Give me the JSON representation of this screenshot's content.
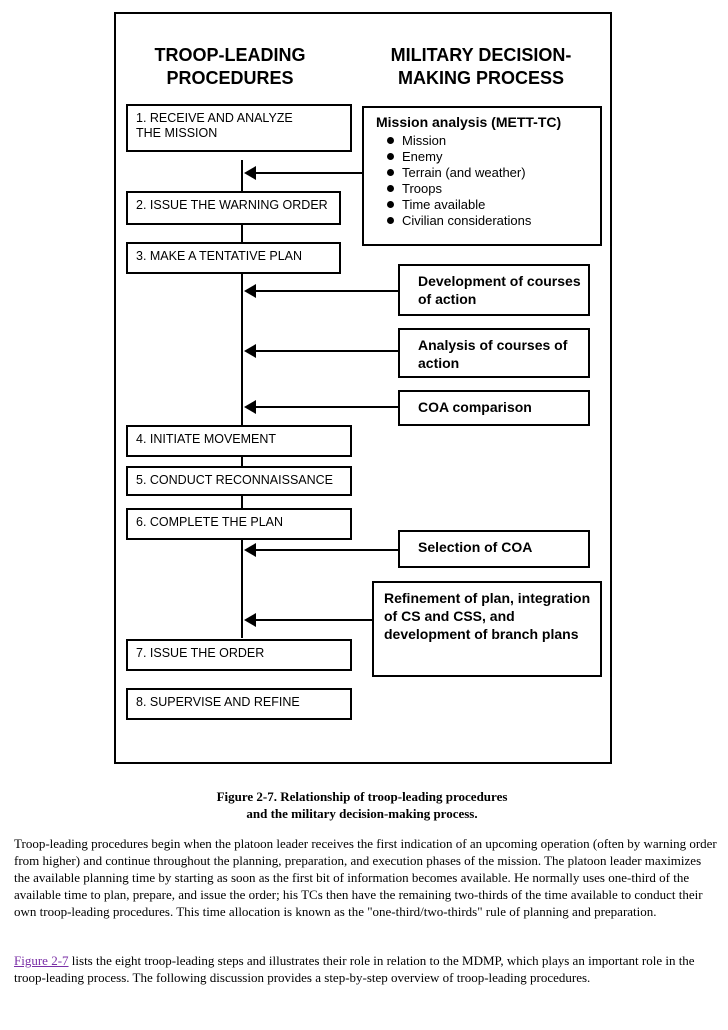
{
  "figure": {
    "header_left": "TROOP-LEADING PROCEDURES",
    "header_right": "MILITARY DECISION-MAKING PROCESS",
    "steps": [
      "1. RECEIVE AND ANALYZE\n    THE MISSION",
      "2. ISSUE THE WARNING ORDER",
      "3. MAKE A TENTATIVE PLAN",
      "4. INITIATE MOVEMENT",
      "5. CONDUCT RECONNAISSANCE",
      "6. COMPLETE THE PLAN",
      "7. ISSUE THE ORDER",
      "8. SUPERVISE AND REFINE"
    ],
    "mission_analysis": {
      "title": "Mission analysis (METT-TC)",
      "items": [
        "Mission",
        "Enemy",
        "Terrain (and weather)",
        "Troops",
        "Time available",
        "Civilian considerations"
      ]
    },
    "mdmp_boxes": [
      "Development of courses of action",
      "Analysis of courses of action",
      "COA comparison",
      "Selection of COA",
      "Refinement of plan, integration of CS and CSS, and development of branch plans"
    ]
  },
  "caption": {
    "line1": "Figure 2-7. Relationship of troop-leading procedures",
    "line2": "and the military decision-making process."
  },
  "paragraphs": {
    "p1": "Troop-leading procedures begin when the platoon leader receives the first indication of an upcoming operation (often by warning order from higher) and continue throughout the planning, preparation, and execution phases of the mission. The platoon leader maximizes the available planning time by starting as soon as the first bit of information becomes available. He normally uses one-third of the available time to plan, prepare, and issue the order; his TCs then have the remaining two-thirds of the time available to conduct their own troop-leading procedures. This time allocation is known as the \"one-third/two-thirds\" rule of planning and preparation.",
    "p2_link": "Figure 2-7",
    "p2_rest": " lists the eight troop-leading steps and illustrates their role in relation to the MDMP, which plays an important role in the troop-leading process. The following discussion provides a step-by-step overview of troop-leading procedures."
  }
}
